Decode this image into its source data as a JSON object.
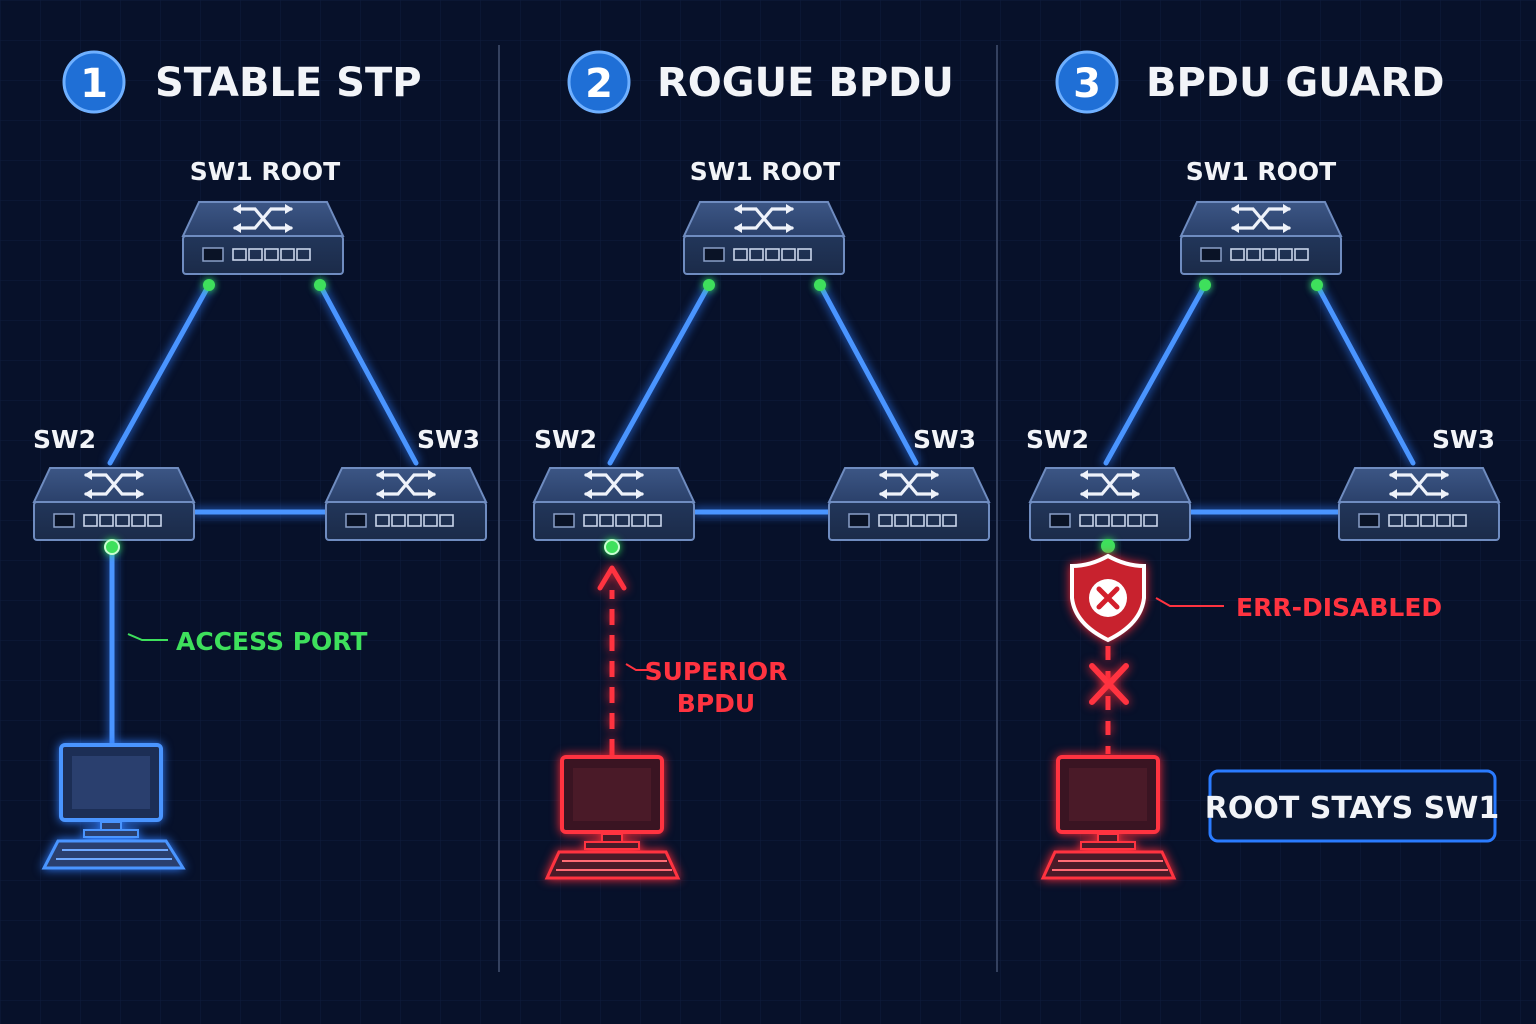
{
  "colors": {
    "background": "#07112a",
    "link_blue": "#3d8bff",
    "switch_fill": "#2a3f66",
    "green": "#3ee05c",
    "red": "#ff3340",
    "badge_blue": "#1f6fd6",
    "white": "#f2f4f8"
  },
  "panels": [
    {
      "number": "1",
      "title": "STABLE STP",
      "switches": {
        "root": "SW1 ROOT",
        "left": "SW2",
        "right": "SW3"
      },
      "annotation": "ACCESS PORT"
    },
    {
      "number": "2",
      "title": "ROGUE BPDU",
      "switches": {
        "root": "SW1 ROOT",
        "left": "SW2",
        "right": "SW3"
      },
      "annotation_line1": "SUPERIOR",
      "annotation_line2": "BPDU"
    },
    {
      "number": "3",
      "title": "BPDU GUARD",
      "switches": {
        "root": "SW1 ROOT",
        "left": "SW2",
        "right": "SW3"
      },
      "annotation": "ERR-DISABLED",
      "result_box": "ROOT STAYS SW1"
    }
  ],
  "icons": {
    "switch": "network-switch-icon",
    "pc": "desktop-computer-icon",
    "shield": "shield-x-icon",
    "block": "x-mark-icon"
  }
}
